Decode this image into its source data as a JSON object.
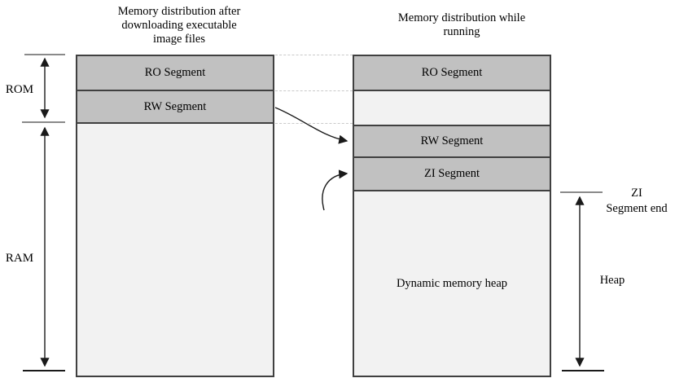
{
  "titles": {
    "left": "Memory distribution after\ndownloading executable\nimage files",
    "right": "Memory distribution while\nrunning"
  },
  "left_column": {
    "segments": [
      {
        "label": "RO Segment"
      },
      {
        "label": "RW Segment"
      },
      {
        "label": ""
      }
    ]
  },
  "right_column": {
    "segments": [
      {
        "label": "RO Segment"
      },
      {
        "label": ""
      },
      {
        "label": "RW Segment"
      },
      {
        "label": "ZI Segment"
      },
      {
        "label": "Dynamic memory heap"
      }
    ]
  },
  "scales": {
    "rom_label": "ROM",
    "ram_label": "RAM",
    "zi_end_label": "ZI\nSegment end",
    "heap_label": "Heap"
  },
  "colors": {
    "segment_fill": "#c1c1c1",
    "light_fill": "#f2f2f2",
    "border": "#404040",
    "dashed_line": "#c9c9c9",
    "tick_gray": "#8a8a8a",
    "arrow": "#1a1a1a"
  }
}
